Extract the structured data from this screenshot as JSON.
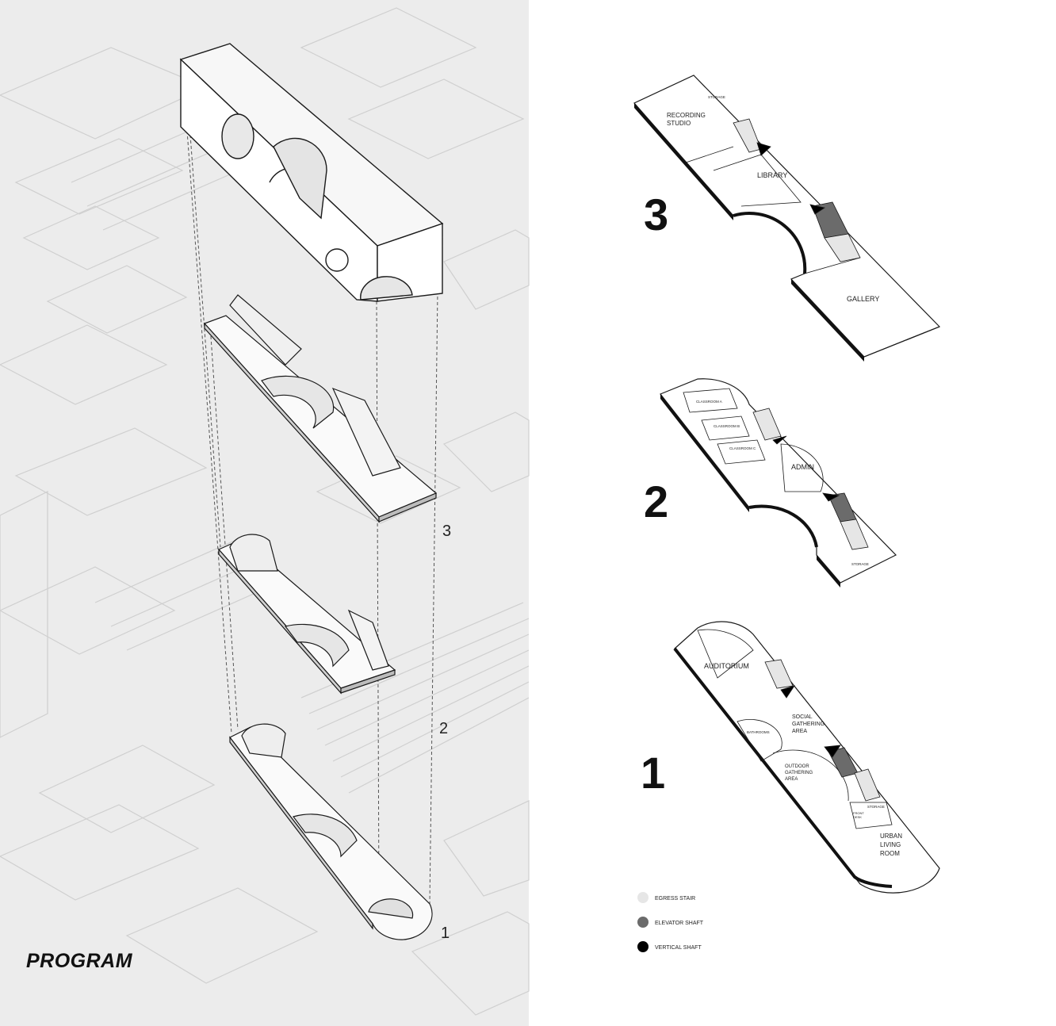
{
  "program_title": "PROGRAM",
  "axon_level_labels": [
    "3",
    "2",
    "1"
  ],
  "floors": [
    {
      "number": "3",
      "rooms": {
        "recording_studio": "RECORDING\nSTUDIO",
        "storage": "STORAGE",
        "library": "LIBRARY",
        "gallery": "GALLERY"
      }
    },
    {
      "number": "2",
      "rooms": {
        "classroom_a": "CLASSROOM A",
        "classroom_b": "CLASSROOM B",
        "classroom_c": "CLASSROOM C",
        "admin": "ADMIN",
        "storage": "STORAGE"
      }
    },
    {
      "number": "1",
      "rooms": {
        "auditorium": "AUDITORIUM",
        "social_gathering": "SOCIAL\nGATHERING\nAREA",
        "bathrooms": "BATHROOMS",
        "outdoor_gathering": "OUTDOOR\nGATHERING\nAREA",
        "front_desk": "FRONT\nDESK",
        "storage": "STORAGE",
        "urban_living_room": "URBAN\nLIVING\nROOM"
      }
    }
  ],
  "legend": [
    {
      "label": "EGRESS STAIR",
      "color": "#e6e6e6"
    },
    {
      "label": "ELEVATOR SHAFT",
      "color": "#6b6b6b"
    },
    {
      "label": "VERTICAL SHAFT",
      "color": "#000000"
    }
  ],
  "colors": {
    "context_bg": "#ececec",
    "context_lines": "#c9c9c9",
    "ink": "#1a1a1a"
  }
}
